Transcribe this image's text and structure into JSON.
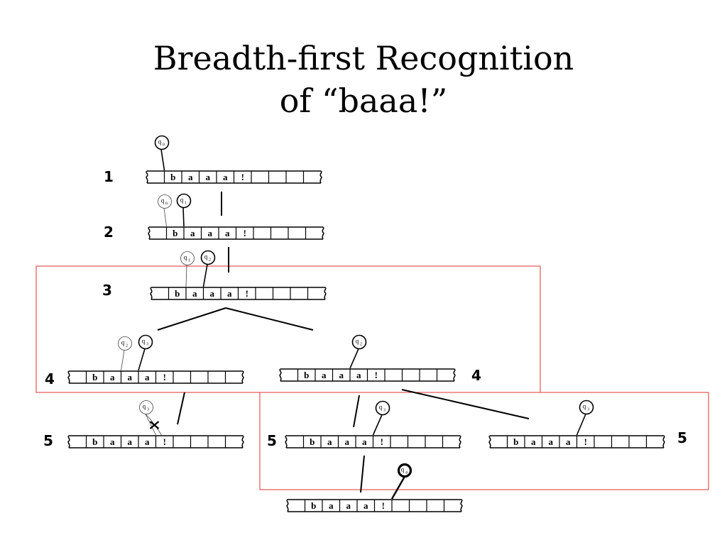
{
  "title": {
    "line1": "Breadth-first Recognition",
    "line2": "of “baaa!”"
  },
  "tape_symbols": [
    "b",
    "a",
    "a",
    "a",
    "!"
  ],
  "state_prefix": "q",
  "step_labels": [
    "1",
    "2",
    "3",
    "4",
    "4",
    "5",
    "5",
    "5"
  ],
  "tapes": [
    {
      "step": "1",
      "pointers": [
        {
          "state": "0",
          "index": 0,
          "style": "current"
        }
      ]
    },
    {
      "step": "2",
      "pointers": [
        {
          "state": "0",
          "index": 0,
          "style": "previous"
        },
        {
          "state": "1",
          "index": 1,
          "style": "current"
        }
      ]
    },
    {
      "step": "3",
      "pointers": [
        {
          "state": "1",
          "index": 1,
          "style": "previous"
        },
        {
          "state": "2",
          "index": 2,
          "style": "current"
        }
      ]
    },
    {
      "step": "4",
      "pointers": [
        {
          "state": "2",
          "index": 2,
          "style": "previous"
        },
        {
          "state": "3",
          "index": 3,
          "style": "current"
        }
      ]
    },
    {
      "step": "4",
      "pointers": [
        {
          "state": "2",
          "index": 3,
          "style": "current"
        }
      ]
    },
    {
      "step": "5",
      "pointers": [
        {
          "state": "3",
          "index": 4,
          "style": "previous",
          "rejected": true
        }
      ]
    },
    {
      "step": "5",
      "pointers": [
        {
          "state": "3",
          "index": 4,
          "style": "current"
        }
      ]
    },
    {
      "step": "5",
      "pointers": [
        {
          "state": "3",
          "index": 4,
          "style": "current"
        }
      ]
    },
    {
      "step": "",
      "pointers": [
        {
          "state": "4",
          "index": 5,
          "style": "final"
        }
      ]
    }
  ],
  "highlight_color": "#e03030"
}
